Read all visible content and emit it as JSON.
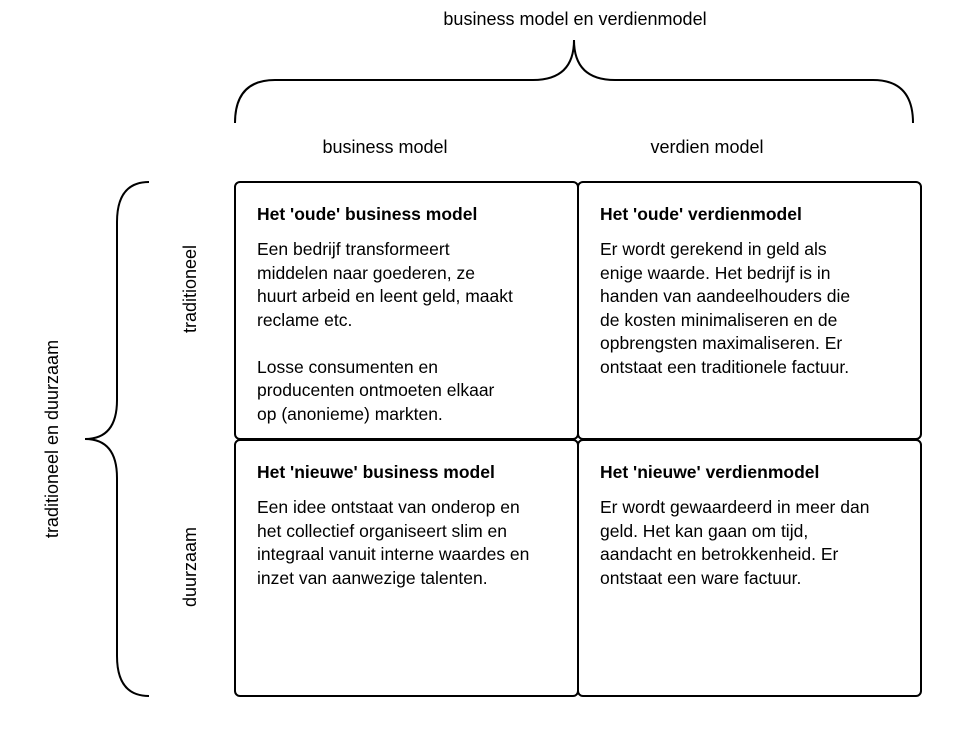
{
  "diagram": {
    "top_label": "business model en verdienmodel",
    "column_headers": [
      "business model",
      "verdien model"
    ],
    "outer_side_label": "traditioneel en duurzaam",
    "row_labels": [
      "traditioneel",
      "duurzaam"
    ],
    "cells": {
      "old_business": {
        "title": "Het 'oude' business model",
        "paragraphs": [
          "Een bedrijf transformeert\nmiddelen naar goederen, ze\nhuurt arbeid en leent geld, maakt\nreclame etc.",
          "Losse consumenten en\nproducenten ontmoeten elkaar\nop (anonieme) markten."
        ]
      },
      "old_revenue": {
        "title": "Het 'oude' verdienmodel",
        "paragraphs": [
          "Er wordt gerekend in geld als\nenige waarde. Het bedrijf is in\nhanden van aandeelhouders die\nde kosten minimaliseren en de\nopbrengsten maximaliseren. Er\nontstaat een traditionele factuur."
        ]
      },
      "new_business": {
        "title": "Het 'nieuwe' business model",
        "paragraphs": [
          "Een idee ontstaat van onderop en\nhet collectief organiseert slim en\nintegraal vanuit interne waardes en\ninzet van aanwezige talenten."
        ]
      },
      "new_revenue": {
        "title": "Het 'nieuwe' verdienmodel",
        "paragraphs": [
          "Er wordt gewaardeerd in meer dan\ngeld. Het kan gaan om tijd,\naandacht en betrokkenheid. Er\nontstaat een ware factuur."
        ]
      }
    }
  }
}
